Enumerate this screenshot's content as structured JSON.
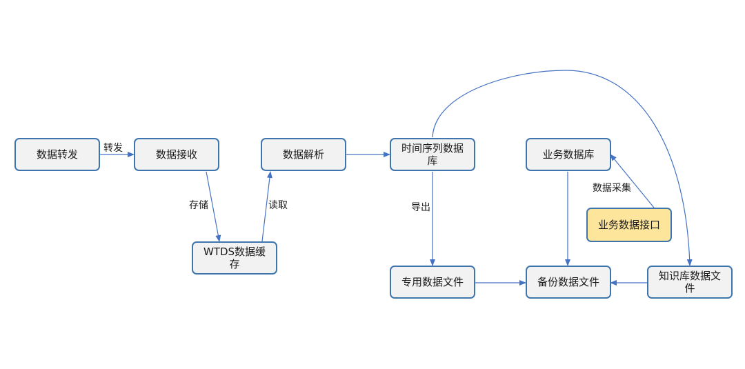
{
  "colors": {
    "node_border": "#3f75ad",
    "node_fill": "#f2f2f2",
    "highlight_fill": "#fde59c",
    "edge": "#4472c4"
  },
  "nodes": {
    "forward": "数据转发",
    "receive": "数据接收",
    "parse": "数据解析",
    "tsdb": "时间序列数据库",
    "bizdb": "业务数据库",
    "cache": "WTDS数据缓存",
    "bizapi": "业务数据接口",
    "special": "专用数据文件",
    "backup": "备份数据文件",
    "kbfile": "知识库数据文件"
  },
  "edge_labels": {
    "forward_to_receive": "转发",
    "receive_to_cache": "存储",
    "cache_to_parse": "读取",
    "tsdb_to_special": "导出",
    "bizapi_to_bizdb": "数据采集"
  }
}
